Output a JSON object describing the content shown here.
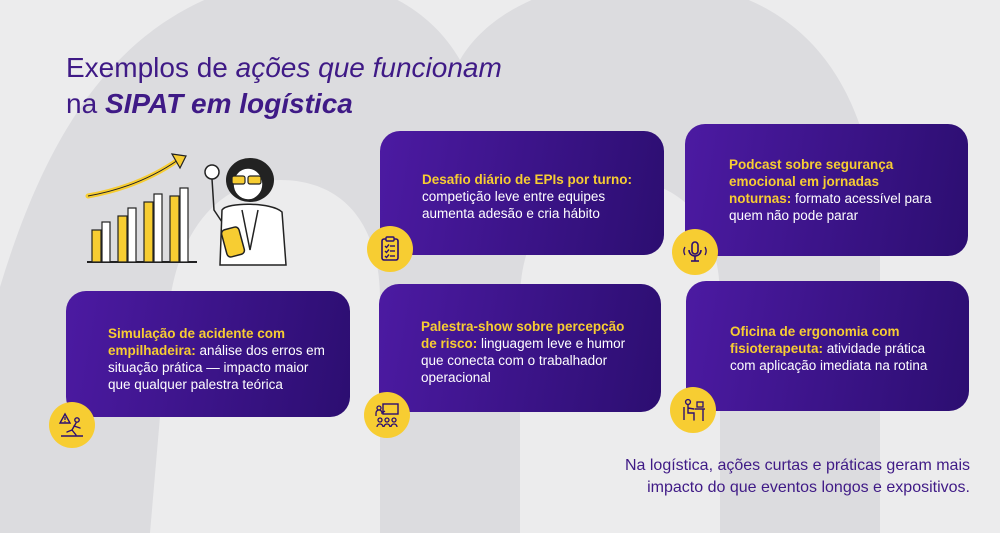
{
  "title": {
    "line1_plain": "Exemplos de ",
    "line1_emphasis": "ações que funcionam",
    "line2_plain": "na ",
    "line2_strong": "SIPAT em logística"
  },
  "cards": [
    {
      "highlight": "Desafio diário de EPIs por turno:",
      "text": " competição leve entre equipes aumenta adesão e cria hábito",
      "icon": "clipboard-checklist-icon"
    },
    {
      "highlight": "Podcast sobre segurança emocional em jornadas noturnas:",
      "text": " formato acessível para quem não pode parar",
      "icon": "microphone-icon"
    },
    {
      "highlight": "Simulação de acidente com empilhadeira:",
      "text": " análise dos erros em situação prática — impacto maior que qualquer palestra teórica",
      "icon": "warning-fall-icon"
    },
    {
      "highlight": "Palestra-show sobre percepção de risco:",
      "text": " linguagem leve e humor que conecta com o trabalhador operacional",
      "icon": "presentation-audience-icon"
    },
    {
      "highlight": "Oficina de ergonomia com fisioterapeuta:",
      "text": " atividade prática com aplicação imediata na rotina",
      "icon": "desk-posture-icon"
    }
  ],
  "footer": {
    "line1": "Na logística, ações curtas e práticas geram mais",
    "line2": "impacto do que eventos longos e expositivos."
  },
  "colors": {
    "background": "#ececed",
    "card_start": "#4c1aa2",
    "card_end": "#2c0e71",
    "accent_yellow": "#f7cd32",
    "title_purple": "#3f1a86"
  }
}
